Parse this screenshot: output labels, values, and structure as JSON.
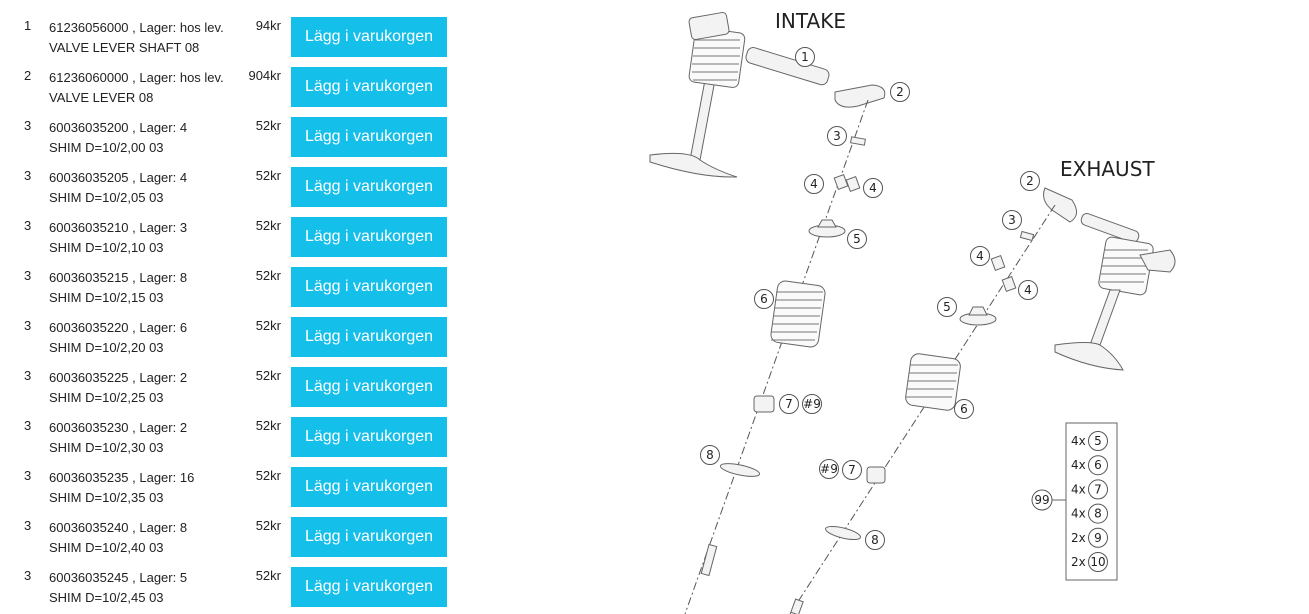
{
  "parts": [
    {
      "pos": "1",
      "line1": "61236056000 , Lager: hos lev.",
      "line2": "VALVE LEVER SHAFT 08",
      "price": "94kr",
      "button": "Lägg i varukorgen"
    },
    {
      "pos": "2",
      "line1": "61236060000 , Lager: hos lev.",
      "line2": "VALVE LEVER 08",
      "price": "904kr",
      "button": "Lägg i varukorgen"
    },
    {
      "pos": "3",
      "line1": "60036035200 , Lager: 4",
      "line2": "SHIM D=10/2,00 03",
      "price": "52kr",
      "button": "Lägg i varukorgen"
    },
    {
      "pos": "3",
      "line1": "60036035205 , Lager: 4",
      "line2": "SHIM D=10/2,05 03",
      "price": "52kr",
      "button": "Lägg i varukorgen"
    },
    {
      "pos": "3",
      "line1": "60036035210 , Lager: 3",
      "line2": "SHIM D=10/2,10 03",
      "price": "52kr",
      "button": "Lägg i varukorgen"
    },
    {
      "pos": "3",
      "line1": "60036035215 , Lager: 8",
      "line2": "SHIM D=10/2,15 03",
      "price": "52kr",
      "button": "Lägg i varukorgen"
    },
    {
      "pos": "3",
      "line1": "60036035220 , Lager: 6",
      "line2": "SHIM D=10/2,20 03",
      "price": "52kr",
      "button": "Lägg i varukorgen"
    },
    {
      "pos": "3",
      "line1": "60036035225 , Lager: 2",
      "line2": "SHIM D=10/2,25 03",
      "price": "52kr",
      "button": "Lägg i varukorgen"
    },
    {
      "pos": "3",
      "line1": "60036035230 , Lager: 2",
      "line2": "SHIM D=10/2,30 03",
      "price": "52kr",
      "button": "Lägg i varukorgen"
    },
    {
      "pos": "3",
      "line1": "60036035235 , Lager: 16",
      "line2": "SHIM D=10/2,35 03",
      "price": "52kr",
      "button": "Lägg i varukorgen"
    },
    {
      "pos": "3",
      "line1": "60036035240 , Lager: 8",
      "line2": "SHIM D=10/2,40 03",
      "price": "52kr",
      "button": "Lägg i varukorgen"
    },
    {
      "pos": "3",
      "line1": "60036035245 , Lager: 5",
      "line2": "SHIM D=10/2,45 03",
      "price": "52kr",
      "button": "Lägg i varukorgen"
    }
  ],
  "diagram": {
    "intake_label": "INTAKE",
    "exhaust_label": "EXHAUST",
    "callouts": {
      "c1": "1",
      "c2a": "2",
      "c3a": "3",
      "c4a": "4",
      "c4b": "4",
      "c5a": "5",
      "c6a": "6",
      "c7a": "7",
      "c9a": "#9",
      "c8a": "8",
      "c2b": "2",
      "c3b": "3",
      "c4c": "4",
      "c4d": "4",
      "c5b": "5",
      "c6b": "6",
      "c9b": "#9",
      "c7b": "7",
      "c8b": "8"
    },
    "kit": {
      "kit_number": "99",
      "items": [
        {
          "qty": "4x",
          "ref": "5"
        },
        {
          "qty": "4x",
          "ref": "6"
        },
        {
          "qty": "4x",
          "ref": "7"
        },
        {
          "qty": "4x",
          "ref": "8"
        },
        {
          "qty": "2x",
          "ref": "9"
        },
        {
          "qty": "2x",
          "ref": "10"
        }
      ]
    }
  },
  "colors": {
    "button_bg": "#14bfea",
    "button_text": "#ffffff"
  }
}
